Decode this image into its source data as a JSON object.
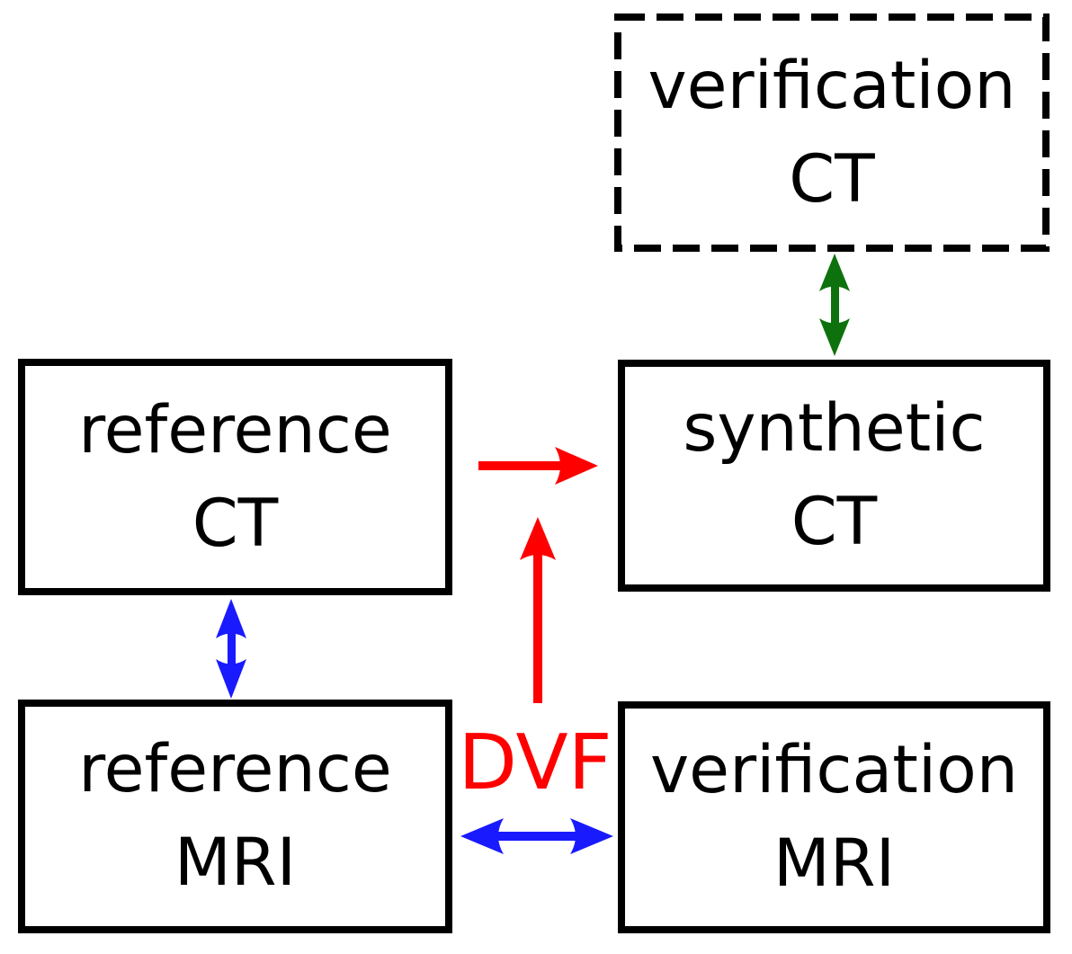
{
  "colors": {
    "background": "#ffffff",
    "box_border": "#000000",
    "text": "#000000",
    "red_arrow": "#ff0000",
    "blue_arrow": "#1a1aff",
    "green_arrow": "#0d720d"
  },
  "boxes": {
    "verification_ct": {
      "line1": "verification",
      "line2": "CT",
      "border_style": "dashed"
    },
    "reference_ct": {
      "line1": "reference",
      "line2": "CT",
      "border_style": "solid"
    },
    "synthetic_ct": {
      "line1": "synthetic",
      "line2": "CT",
      "border_style": "solid"
    },
    "reference_mri": {
      "line1": "reference",
      "line2": "MRI",
      "border_style": "solid"
    },
    "verification_mri": {
      "line1": "verification",
      "line2": "MRI",
      "border_style": "solid"
    }
  },
  "labels": {
    "dvf": "DVF"
  },
  "arrows": [
    {
      "name": "verification-ct-synthetic-ct",
      "color": "green",
      "type": "double-vertical"
    },
    {
      "name": "reference-ct-synthetic-ct",
      "color": "red",
      "type": "single-right"
    },
    {
      "name": "dvf-upward",
      "color": "red",
      "type": "single-up"
    },
    {
      "name": "reference-ct-reference-mri",
      "color": "blue",
      "type": "double-vertical"
    },
    {
      "name": "reference-mri-verification-mri",
      "color": "blue",
      "type": "double-horizontal"
    }
  ]
}
